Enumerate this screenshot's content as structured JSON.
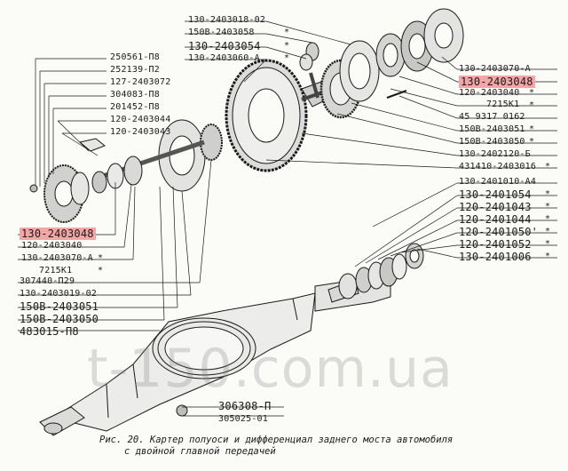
{
  "labels_top_right": [
    "130-2403018-02",
    "150В-2403058",
    "130-2403054",
    "130-2403060-А"
  ],
  "labels_right": [
    "130-2403070-А",
    "130-2403048",
    "120-2403040",
    "7215К1",
    "45 9317 0162",
    "150В-2403051",
    "150В-2403050",
    "130-2402120-Б",
    "431410-2403016"
  ],
  "labels_right_lower": [
    "130-2401010-А4",
    "130-2401054",
    "120-2401043",
    "120-2401044",
    "120-2401050'",
    "120-2401052",
    "130-2401006"
  ],
  "labels_left_top": [
    "250561-П8",
    "252139-П2",
    "127-2403072",
    "304083-П8",
    "201452-П8",
    "120-2403044",
    "120-2403043"
  ],
  "labels_left_mid": [
    "130-2403048",
    "120-2403040",
    "130-2403070-А",
    "7215К1"
  ],
  "labels_left_low": [
    "307440-П29",
    "130-2403019-02",
    "150В-2403051",
    "150В-2403050",
    "483015-П8"
  ],
  "labels_bottom": [
    "306308-П",
    "305025-01"
  ],
  "star": "*",
  "caption_line1": "Рис. 20. Картер полуоси и дифференциал заднего моста автомобиля",
  "caption_line2": "с двойной главной передачей",
  "watermark": "t-150.com.ua",
  "colors": {
    "highlight": "#f4a6a6",
    "ink": "#1a1a1a"
  }
}
